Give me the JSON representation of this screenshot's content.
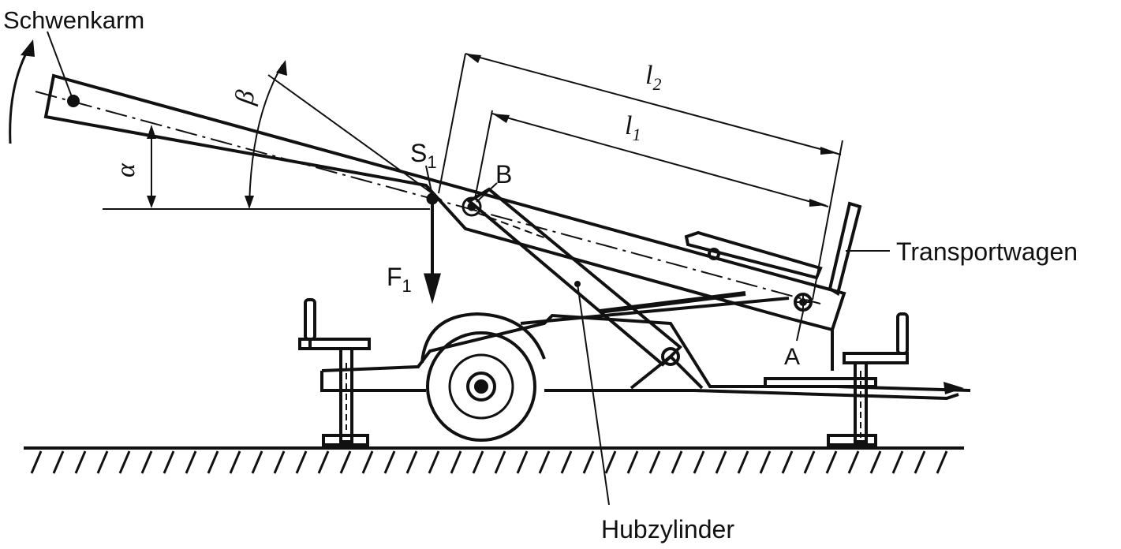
{
  "labels": {
    "schwenkarm": "Schwenkarm",
    "transportwagen": "Transportwagen",
    "hubzylinder": "Hubzylinder",
    "alpha": "α",
    "beta": "β",
    "s": "S",
    "s_sub": "1",
    "b": "B",
    "a": "A",
    "f": "F",
    "f_sub": "1",
    "l1": "l",
    "l1_sub": "1",
    "l2": "l",
    "l2_sub": "2"
  },
  "colors": {
    "ink": "#111111",
    "background": "#ffffff"
  }
}
